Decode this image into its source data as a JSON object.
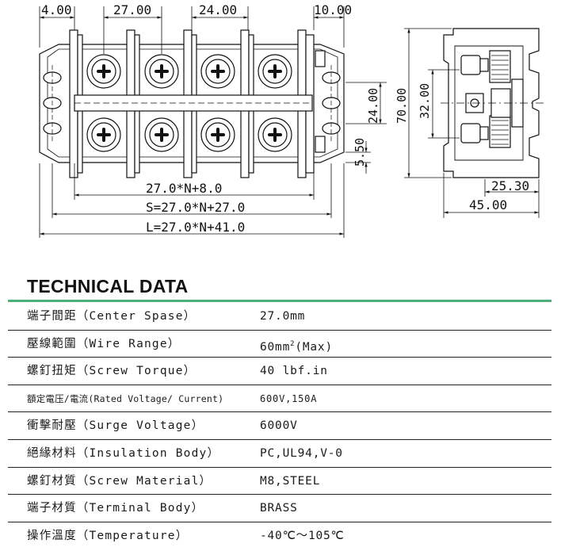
{
  "drawing": {
    "front_view": {
      "dims_top": [
        "4.00",
        "27.00",
        "24.00",
        "10.00"
      ],
      "dims_right": [
        "24.00",
        "5.50"
      ],
      "dims_bottom": [
        "27.0*N+8.0",
        "S=27.0*N+27.0",
        "L=27.0*N+41.0"
      ]
    },
    "side_view": {
      "dims_vertical": [
        "70.00",
        "32.00"
      ],
      "dims_bottom": [
        "25.30",
        "45.00"
      ]
    }
  },
  "technical": {
    "title": "TECHNICAL DATA",
    "accent_color": "#4fae7a",
    "rows": [
      {
        "label": "端子間距（Center Spase）",
        "value": "27.0mm",
        "small": false
      },
      {
        "label": "壓線範圍（Wire Range）",
        "value": "60mm",
        "value_sup": "2",
        "value_suffix": "(Max)",
        "small": false
      },
      {
        "label": "螺釘扭矩（Screw Torque）",
        "value": "40 lbf.in",
        "small": false
      },
      {
        "label": "額定電压/電流(Rated Voltage/ Current)",
        "value": "600V,150A",
        "small": true
      },
      {
        "label": "衝擊耐壓（Surge Voltage）",
        "value": "6000V",
        "small": false
      },
      {
        "label": "絕緣材料（Insulation Body）",
        "value": "PC,UL94,V-0",
        "small": false
      },
      {
        "label": "螺釘材質（Screw Material）",
        "value": "M8,STEEL",
        "small": false
      },
      {
        "label": "端子材質（Terminal Body）",
        "value": "BRASS",
        "small": false
      },
      {
        "label": "操作溫度（Temperature）",
        "value": "-40℃～105℃",
        "small": false
      }
    ]
  }
}
